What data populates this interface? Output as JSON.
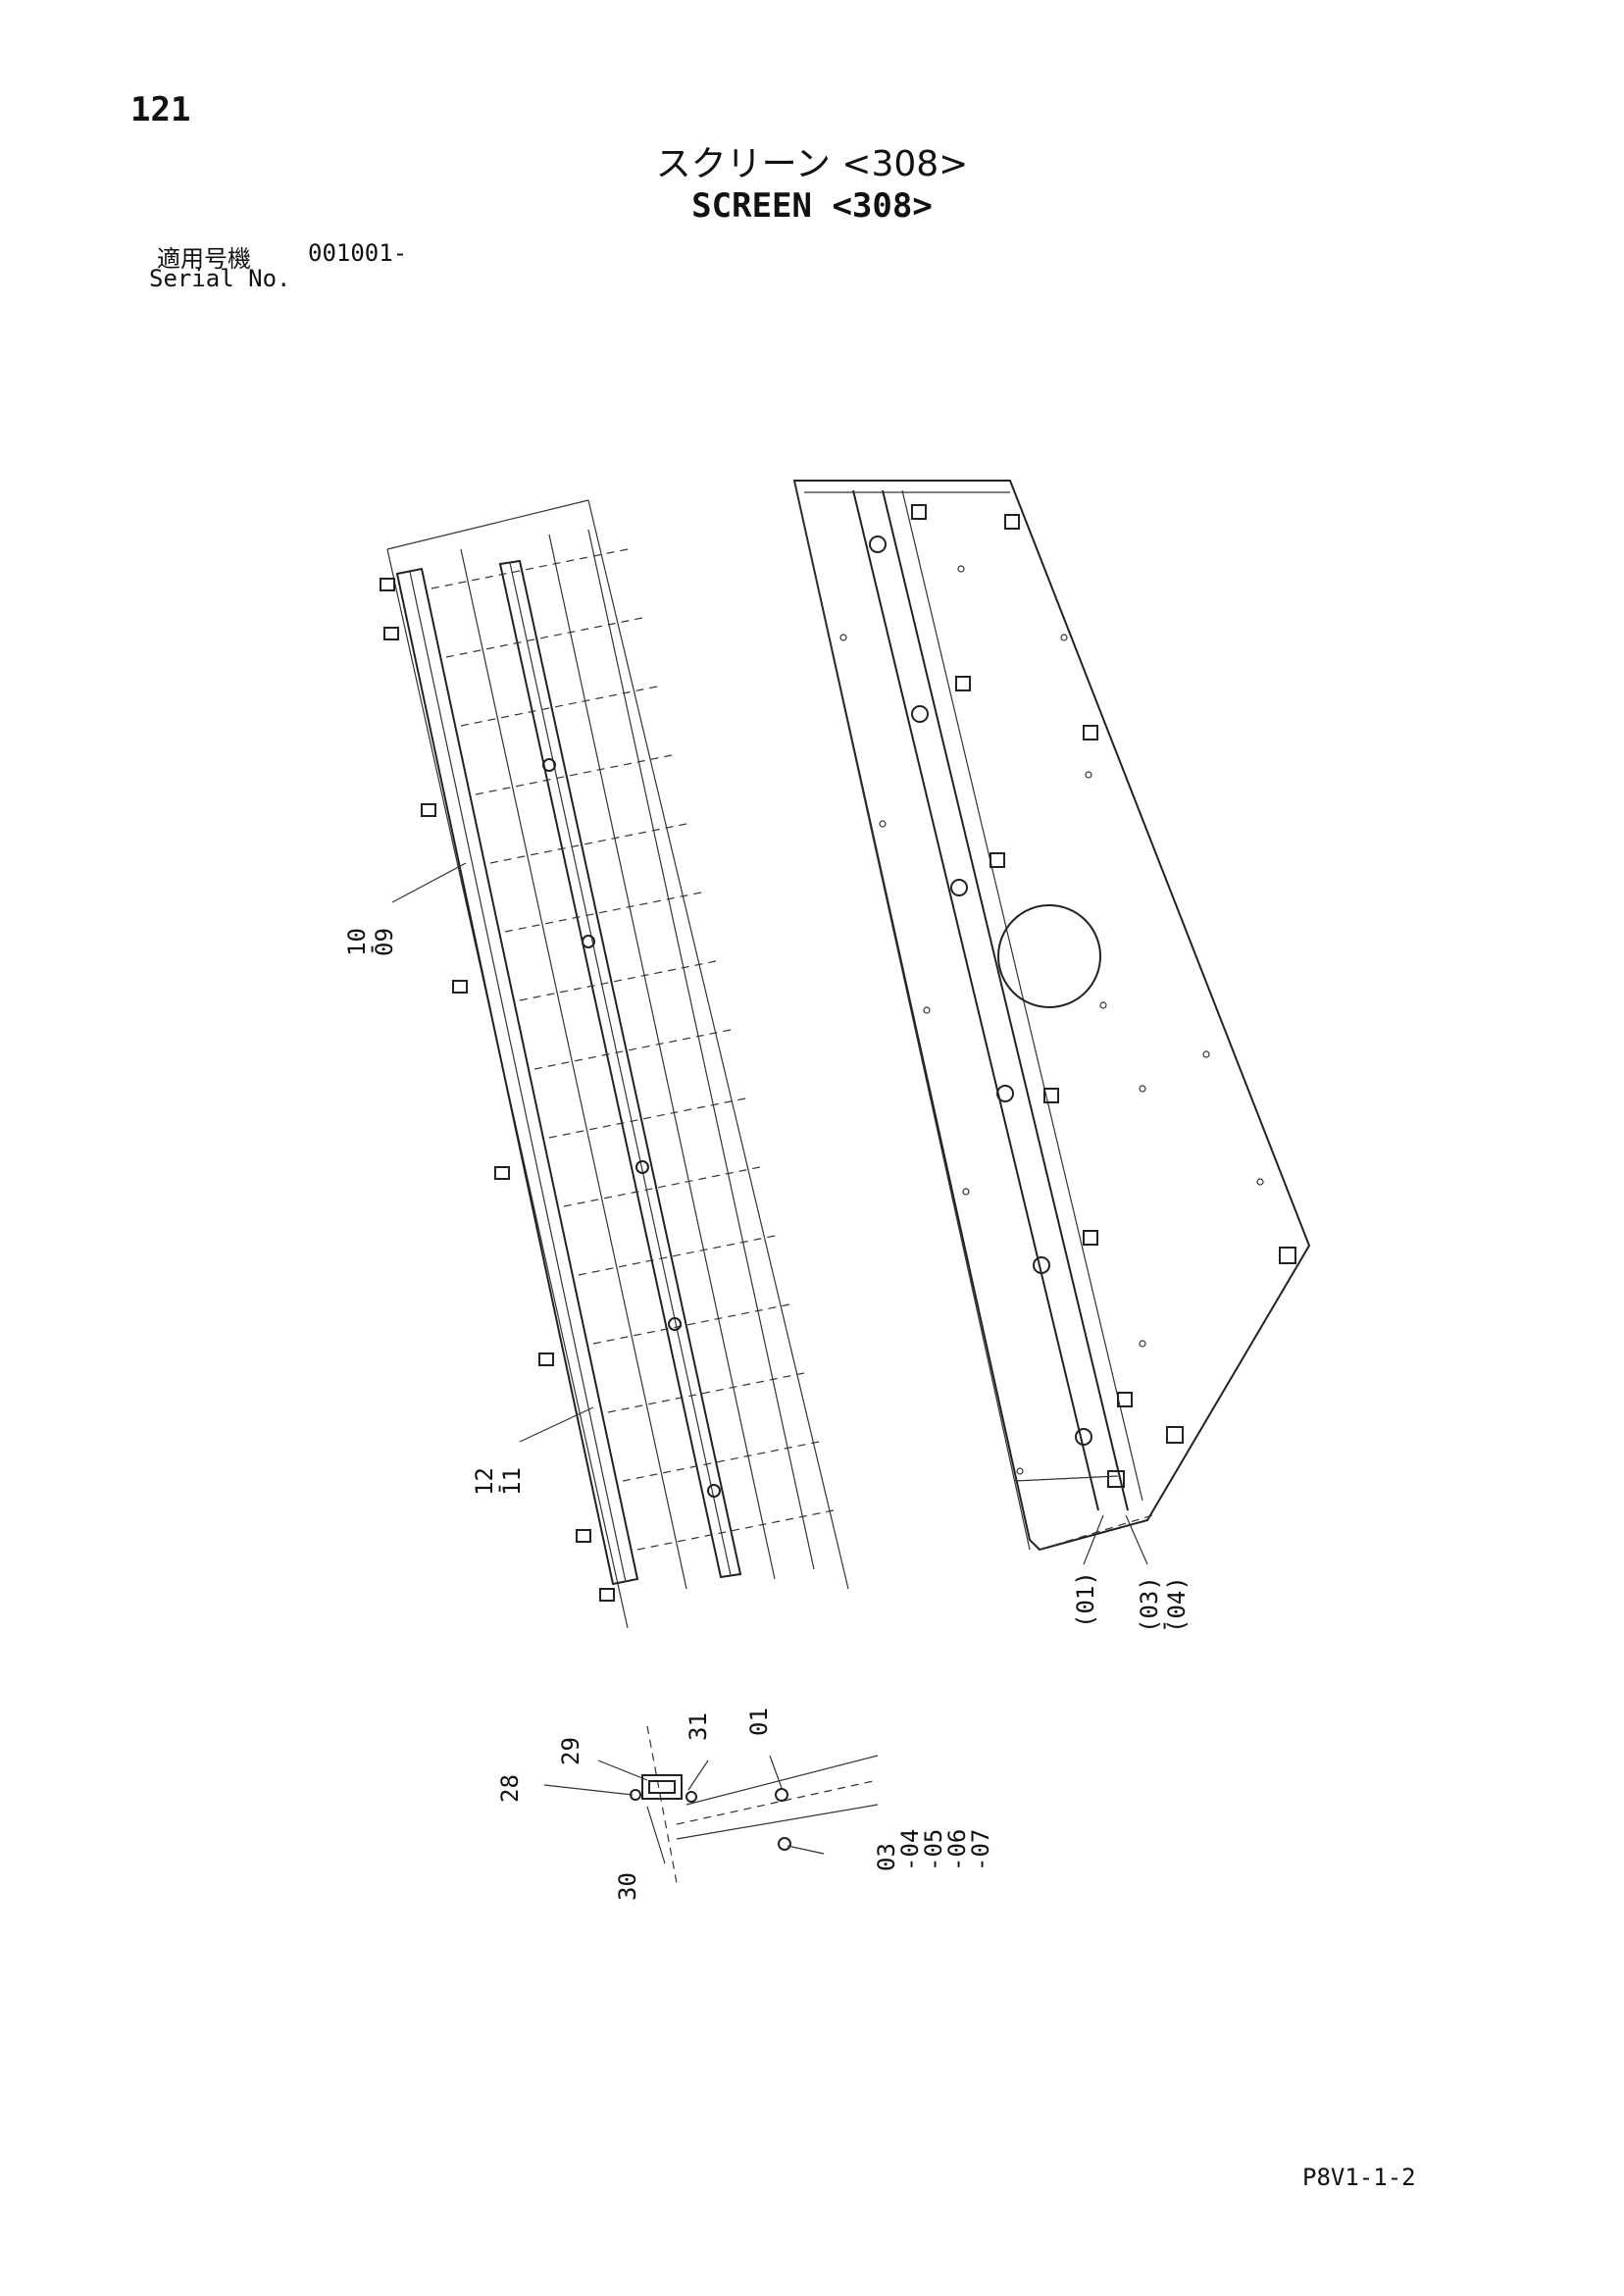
{
  "header": {
    "page_number": "121",
    "title_jp": "スクリーン <308>",
    "title_en": "SCREEN <308>",
    "serial_label_jp": "適用号機",
    "serial_value": "001001-",
    "serial_label_en": "Serial No."
  },
  "footer": {
    "drawing_code": "P8V1-1-2"
  },
  "callouts": {
    "c10_09": [
      "10",
      "-",
      "09"
    ],
    "c12_11": [
      "12",
      "-",
      "11"
    ],
    "c01": "(01)",
    "c03_04": [
      "(03)",
      "-",
      "(04)"
    ],
    "d28": "28",
    "d29": "29",
    "d30": "30",
    "d31": "31",
    "d01": "01",
    "d03_07": [
      "03",
      "-04",
      "-05",
      "-06",
      "-07"
    ]
  }
}
